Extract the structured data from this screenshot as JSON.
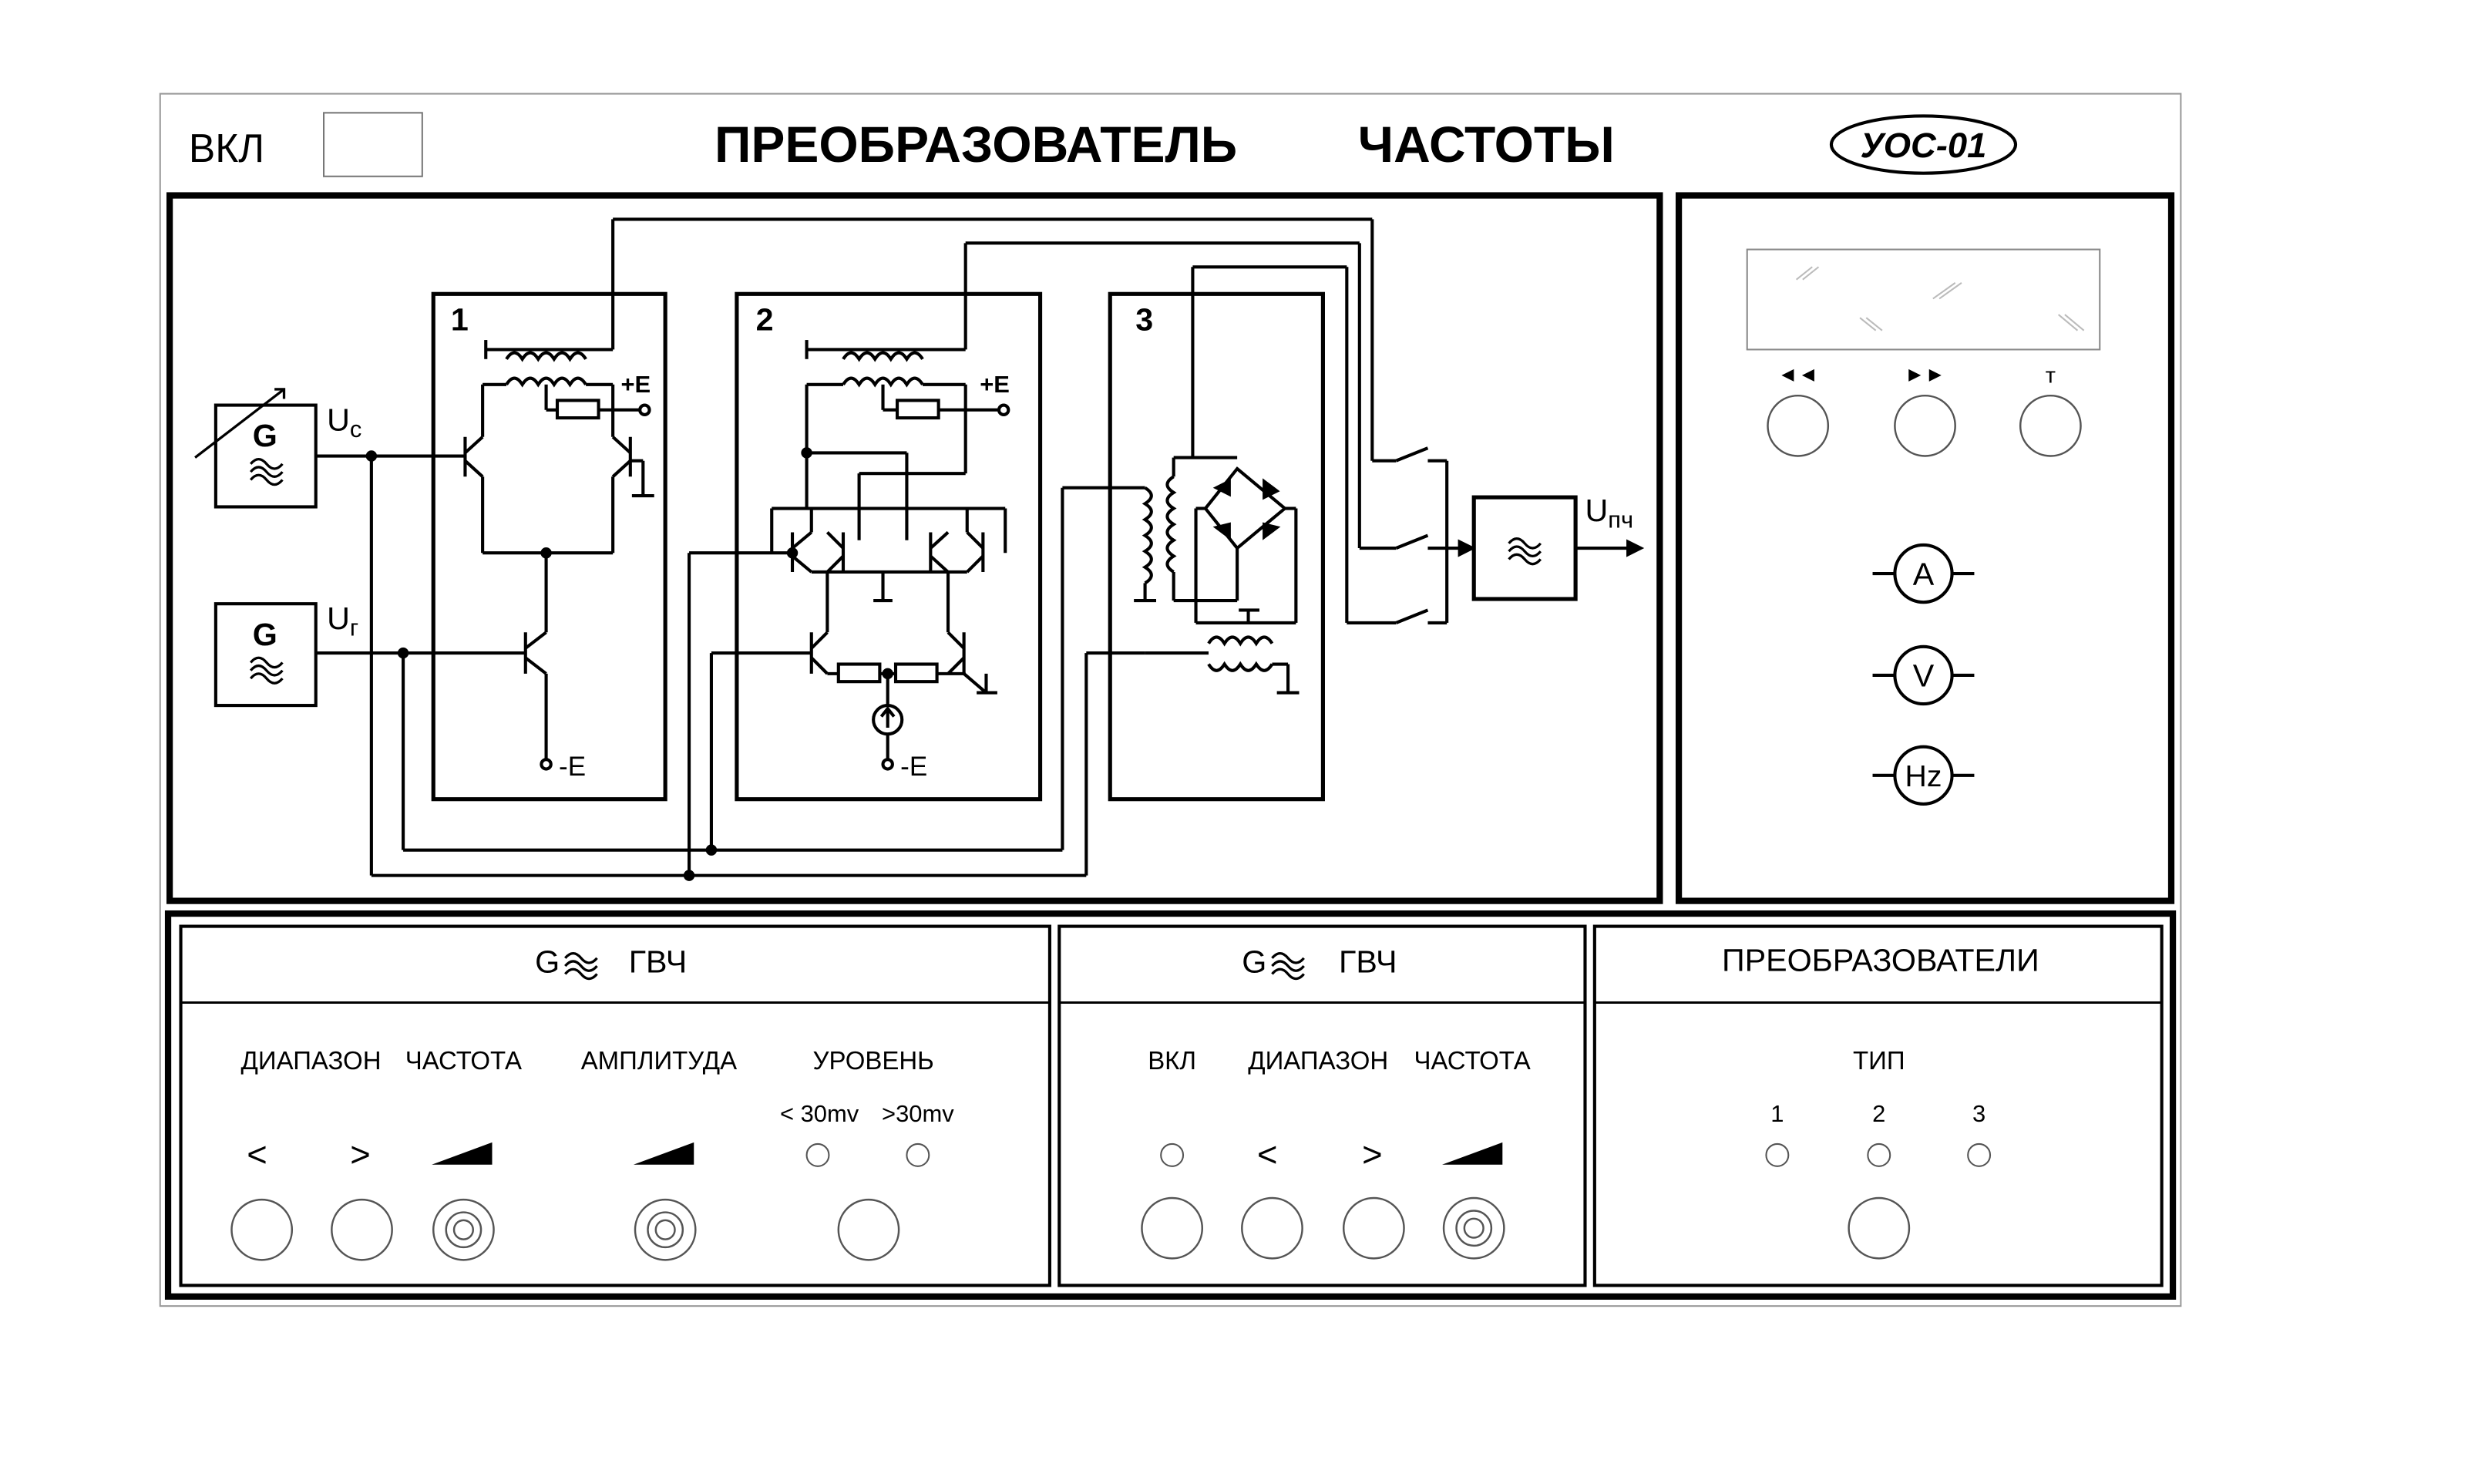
{
  "header": {
    "power_label": "ВКЛ",
    "title_left": "ПРЕОБРАЗОВАТЕЛЬ",
    "title_right": "ЧАСТОТЫ",
    "model": "УОС-01"
  },
  "schematic": {
    "stage1": "1",
    "stage2": "2",
    "stage3": "3",
    "uc": "U",
    "uc_sub": "с",
    "ug": "U",
    "ug_sub": "г",
    "upch": "U",
    "upch_sub": "пч",
    "plus_e": "+E",
    "minus_e": "-E",
    "gen": "G"
  },
  "meters": {
    "rewind": "◄◄",
    "forward": "►►",
    "t": "т",
    "ammeter": "A",
    "voltmeter": "V",
    "hz": "Hz"
  },
  "gvch1": {
    "title_g": "G",
    "title": "ГВЧ",
    "range": "ДИАПАЗОН",
    "freq": "ЧАСТОТА",
    "amp": "АМПЛИТУДА",
    "level": "УРОВЕНЬ",
    "lt30": "< 30mv",
    "gt30": ">30mv",
    "less": "<",
    "more": ">"
  },
  "gvch2": {
    "title_g": "G",
    "title": "ГВЧ",
    "on": "ВКЛ",
    "range": "ДИАПАЗОН",
    "freq": "ЧАСТОТА",
    "less": "<",
    "more": ">"
  },
  "conv": {
    "title": "ПРЕОБРАЗОВАТЕЛИ",
    "type": "ТИП",
    "t1": "1",
    "t2": "2",
    "t3": "3"
  }
}
